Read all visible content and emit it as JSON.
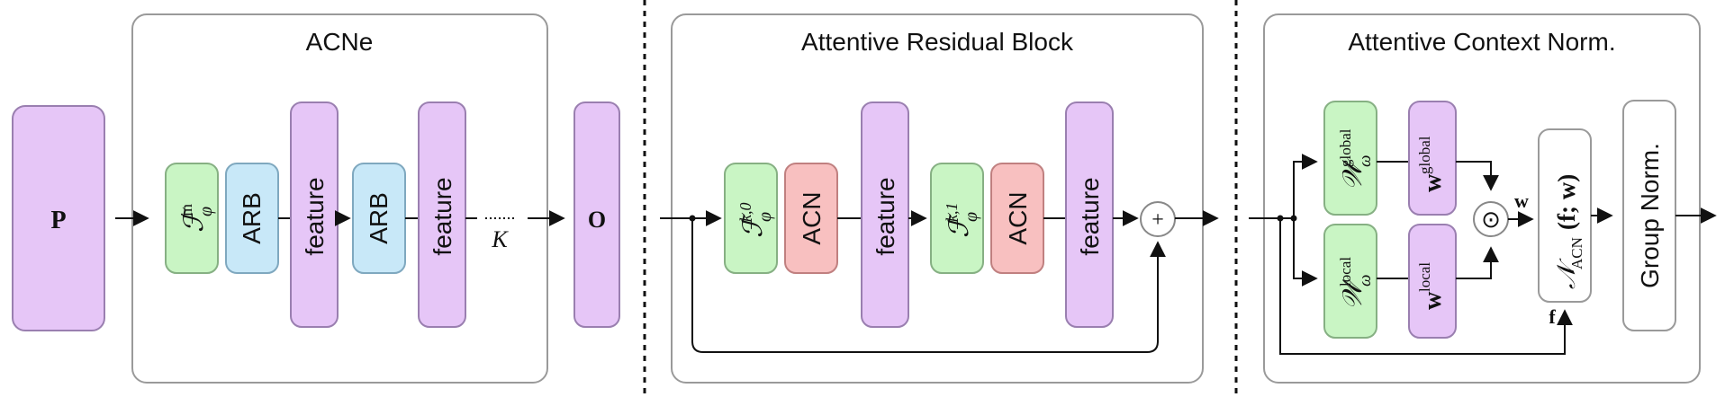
{
  "panels": {
    "acne": {
      "title": "ACNe",
      "input_label": "P",
      "f_in_main": "ℱ",
      "f_in_sup": "in",
      "f_in_sub": "φ",
      "arb1_label": "ARB",
      "feature1_label": "feature",
      "arb2_label": "ARB",
      "feature2_label": "feature",
      "repeat_label": "K",
      "output_label": "O"
    },
    "arb": {
      "title": "Attentive Residual Block",
      "f0_main": "ℱ",
      "f0_sup": "k,0",
      "f0_sub": "φ",
      "acn1_label": "ACN",
      "feature1_label": "feature",
      "f1_main": "ℱ",
      "f1_sup": "k,1",
      "f1_sub": "φ",
      "acn2_label": "ACN",
      "feature2_label": "feature",
      "plus_symbol": "+"
    },
    "acn": {
      "title": "Attentive Context Norm.",
      "wg_main": "𝒲",
      "wg_sup": "global",
      "wg_sub": "ω",
      "wgv_main": "w",
      "wgv_sup": "global",
      "wl_main": "𝒲",
      "wl_sup": "local",
      "wl_sub": "ω",
      "wlv_main": "w",
      "wlv_sup": "local",
      "odot_symbol": "⊙",
      "w_label": "w",
      "norm_main": "𝒩",
      "norm_sub": "ACN",
      "norm_args": "(f; w)",
      "f_label": "f",
      "group_norm_label": "Group Norm."
    }
  },
  "colors": {
    "purple_fill": "#e6c6f7",
    "purple_stroke": "#9a7fb0",
    "green_fill": "#c9f5c4",
    "green_stroke": "#86b083",
    "blue_fill": "#c8e8f8",
    "blue_stroke": "#7fa8bf",
    "red_fill": "#f8c0c0",
    "red_stroke": "#c08080",
    "panel_stroke": "#9a9a9a"
  }
}
